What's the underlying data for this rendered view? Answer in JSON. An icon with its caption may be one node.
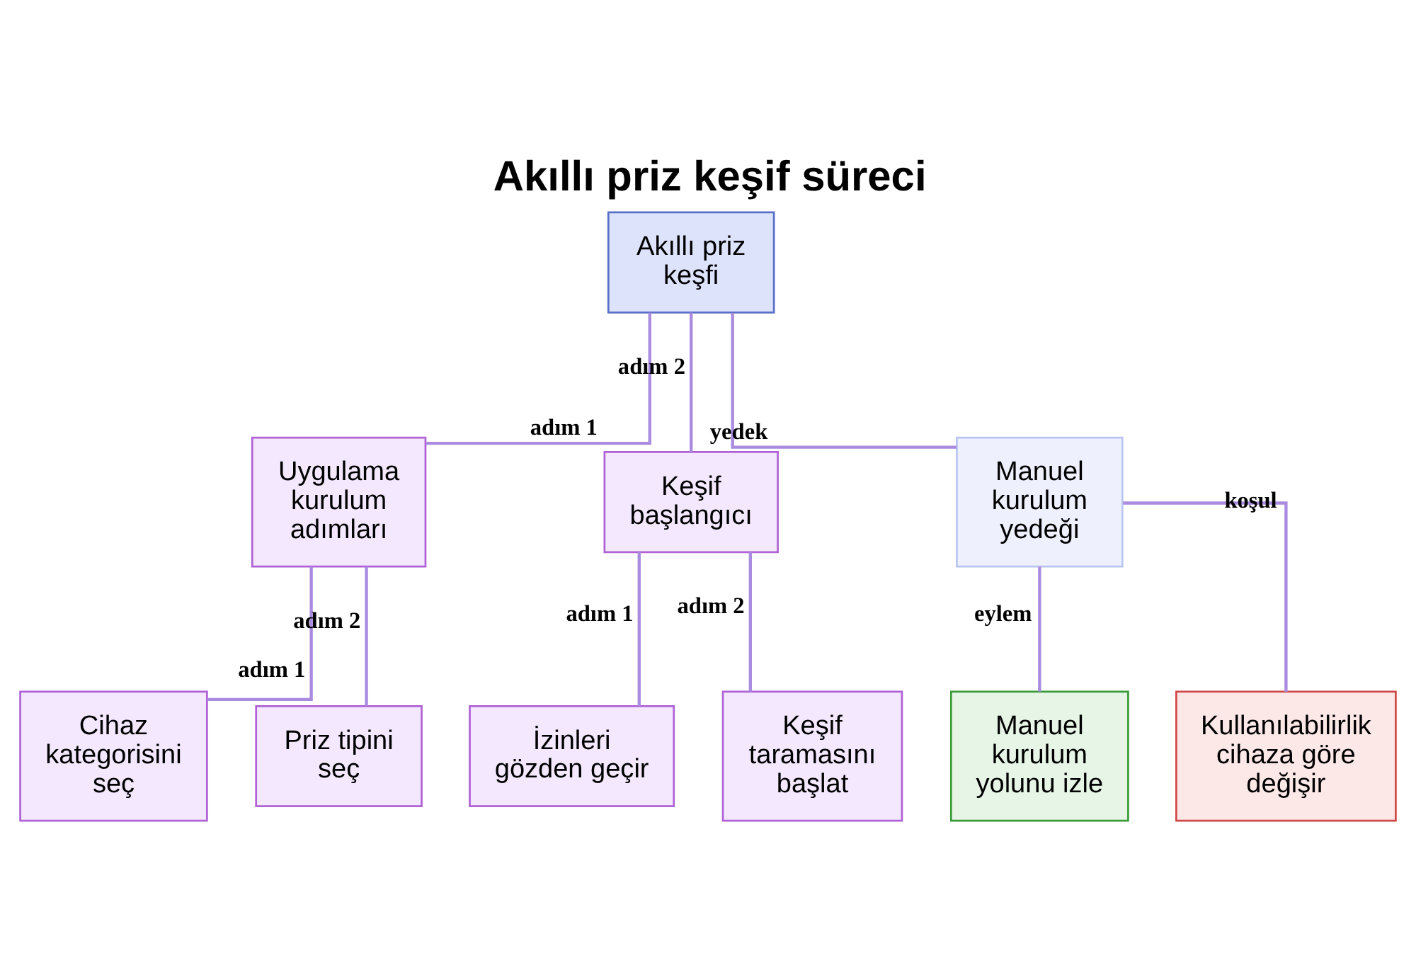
{
  "diagram": {
    "title": "Akıllı priz keşif süreci",
    "nodes": [
      {
        "text": [
          "Akıllı priz keşfi"
        ]
      },
      {
        "text": [
          "Uygulama kurulum adımları"
        ]
      },
      {
        "text": [
          "Keşif başlangıcı"
        ]
      },
      {
        "text": [
          "Manuel kurulum yedeği"
        ]
      },
      {
        "text": [
          "Cihaz kategorisini seç"
        ]
      },
      {
        "text": [
          "Priz tipini seç"
        ]
      },
      {
        "text": [
          "İzinleri gözden geçir"
        ]
      },
      {
        "text": [
          "Keşif taramasını başlat"
        ]
      },
      {
        "text": [
          "Manuel kurulum yolunu izle"
        ]
      },
      {
        "text": [
          "Kullanılabilirlik cihaza göre değişir"
        ]
      }
    ],
    "edges": [
      {
        "from": 0,
        "to": 1,
        "arrow": "none",
        "label": "adım 1"
      },
      {
        "from": 0,
        "to": 2,
        "arrow": "none",
        "label": "adım 2"
      },
      {
        "from": 0,
        "to": 3,
        "arrow": "none",
        "label": "yedek"
      },
      {
        "from": 1,
        "to": 4,
        "arrow": "none",
        "label": "adım 1"
      },
      {
        "from": 1,
        "to": 5,
        "arrow": "none",
        "label": "adım 2"
      },
      {
        "from": 2,
        "to": 6,
        "arrow": "none",
        "label": "adım 1"
      },
      {
        "from": 2,
        "to": 7,
        "arrow": "none",
        "label": "adım 2"
      },
      {
        "from": 3,
        "to": 8,
        "arrow": "none",
        "label": "eylem"
      },
      {
        "from": 3,
        "to": 9,
        "arrow": "none",
        "label": "koşul"
      }
    ]
  }
}
